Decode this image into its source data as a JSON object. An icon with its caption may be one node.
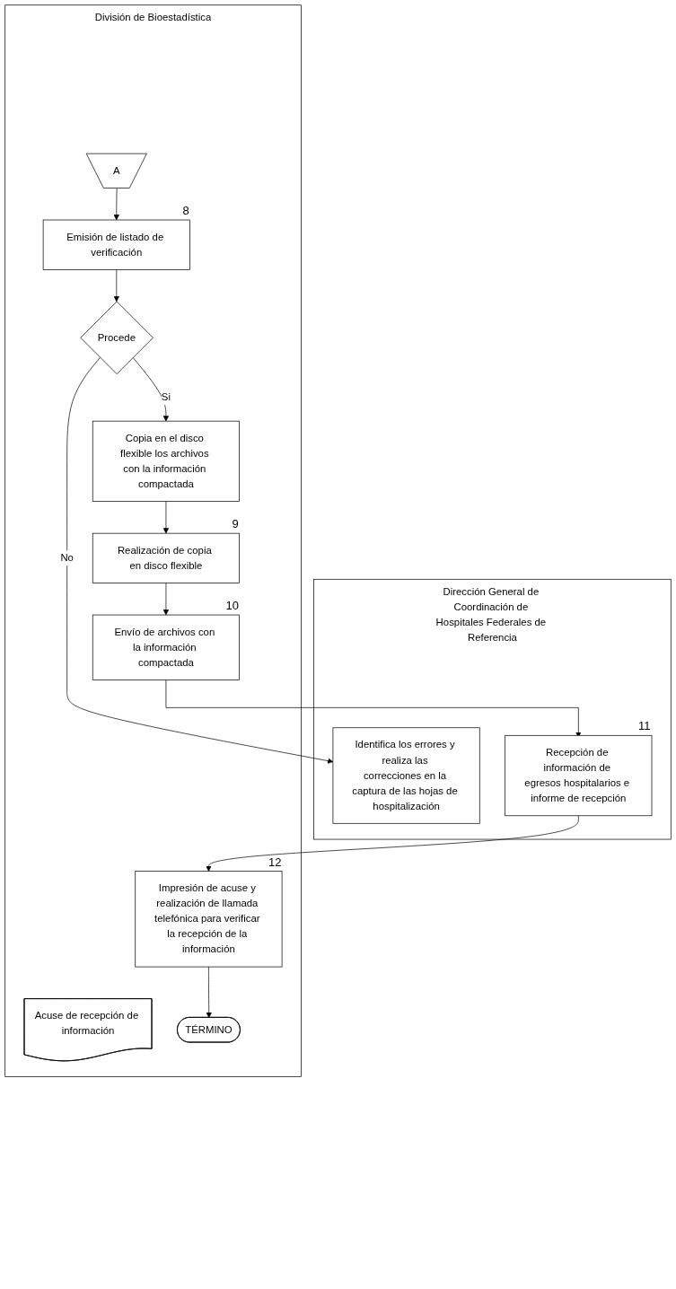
{
  "diagram": {
    "nodes": [
      {
        "text": [
          "División de Bioestadística"
        ]
      },
      {
        "text": [
          "Dirección General de Coordinación de Hospitales Federales de Referencia"
        ]
      },
      {
        "text": [
          "A"
        ],
        "in": 0
      },
      {
        "text": [
          "Emisión de listado de verificación"
        ],
        "beside": [
          "8"
        ],
        "in": 0
      },
      {
        "text": [
          "Procede"
        ],
        "in": 0
      },
      {
        "text": [
          "Identifica los errores y realiza las correcciones en la captura de las hojas de hospitalización"
        ],
        "in": 1
      },
      {
        "text": [
          "Copia en el disco flexible los archivos con la información compactada"
        ],
        "in": 0
      },
      {
        "text": [
          "Realización de copia en disco flexible"
        ],
        "beside": [
          "9"
        ],
        "in": 0
      },
      {
        "text": [
          "Envío de archivos con la información compactada"
        ],
        "beside": [
          "10"
        ],
        "in": 0
      },
      {
        "text": [
          "Recepción de información de egresos hospitalarios e informe de recepción"
        ],
        "beside": [
          "11"
        ],
        "in": 1
      },
      {
        "text": [
          "Impresión de acuse y realización de llamada telefónica para verificar la recepción de la información"
        ],
        "beside": [
          "12"
        ],
        "in": 0
      },
      {
        "text": [
          "Acuse de recepción de información"
        ],
        "in": 0
      },
      {
        "text": [
          "TÉRMINO"
        ],
        "in": 0
      }
    ],
    "edges": [
      {
        "from": 2,
        "to": 3,
        "arrow": "to"
      },
      {
        "from": 3,
        "to": 4,
        "arrow": "to"
      },
      {
        "from": 4,
        "to": 5,
        "arrow": "to",
        "label": "No"
      },
      {
        "from": 4,
        "to": 6,
        "arrow": "to",
        "label": "Si"
      },
      {
        "from": 6,
        "to": 7,
        "arrow": "to"
      },
      {
        "from": 7,
        "to": 8,
        "arrow": "to"
      },
      {
        "from": 8,
        "to": 9,
        "arrow": "to"
      },
      {
        "from": 9,
        "to": 10,
        "arrow": "to"
      },
      {
        "from": 10,
        "to": 12,
        "arrow": "to"
      }
    ]
  }
}
